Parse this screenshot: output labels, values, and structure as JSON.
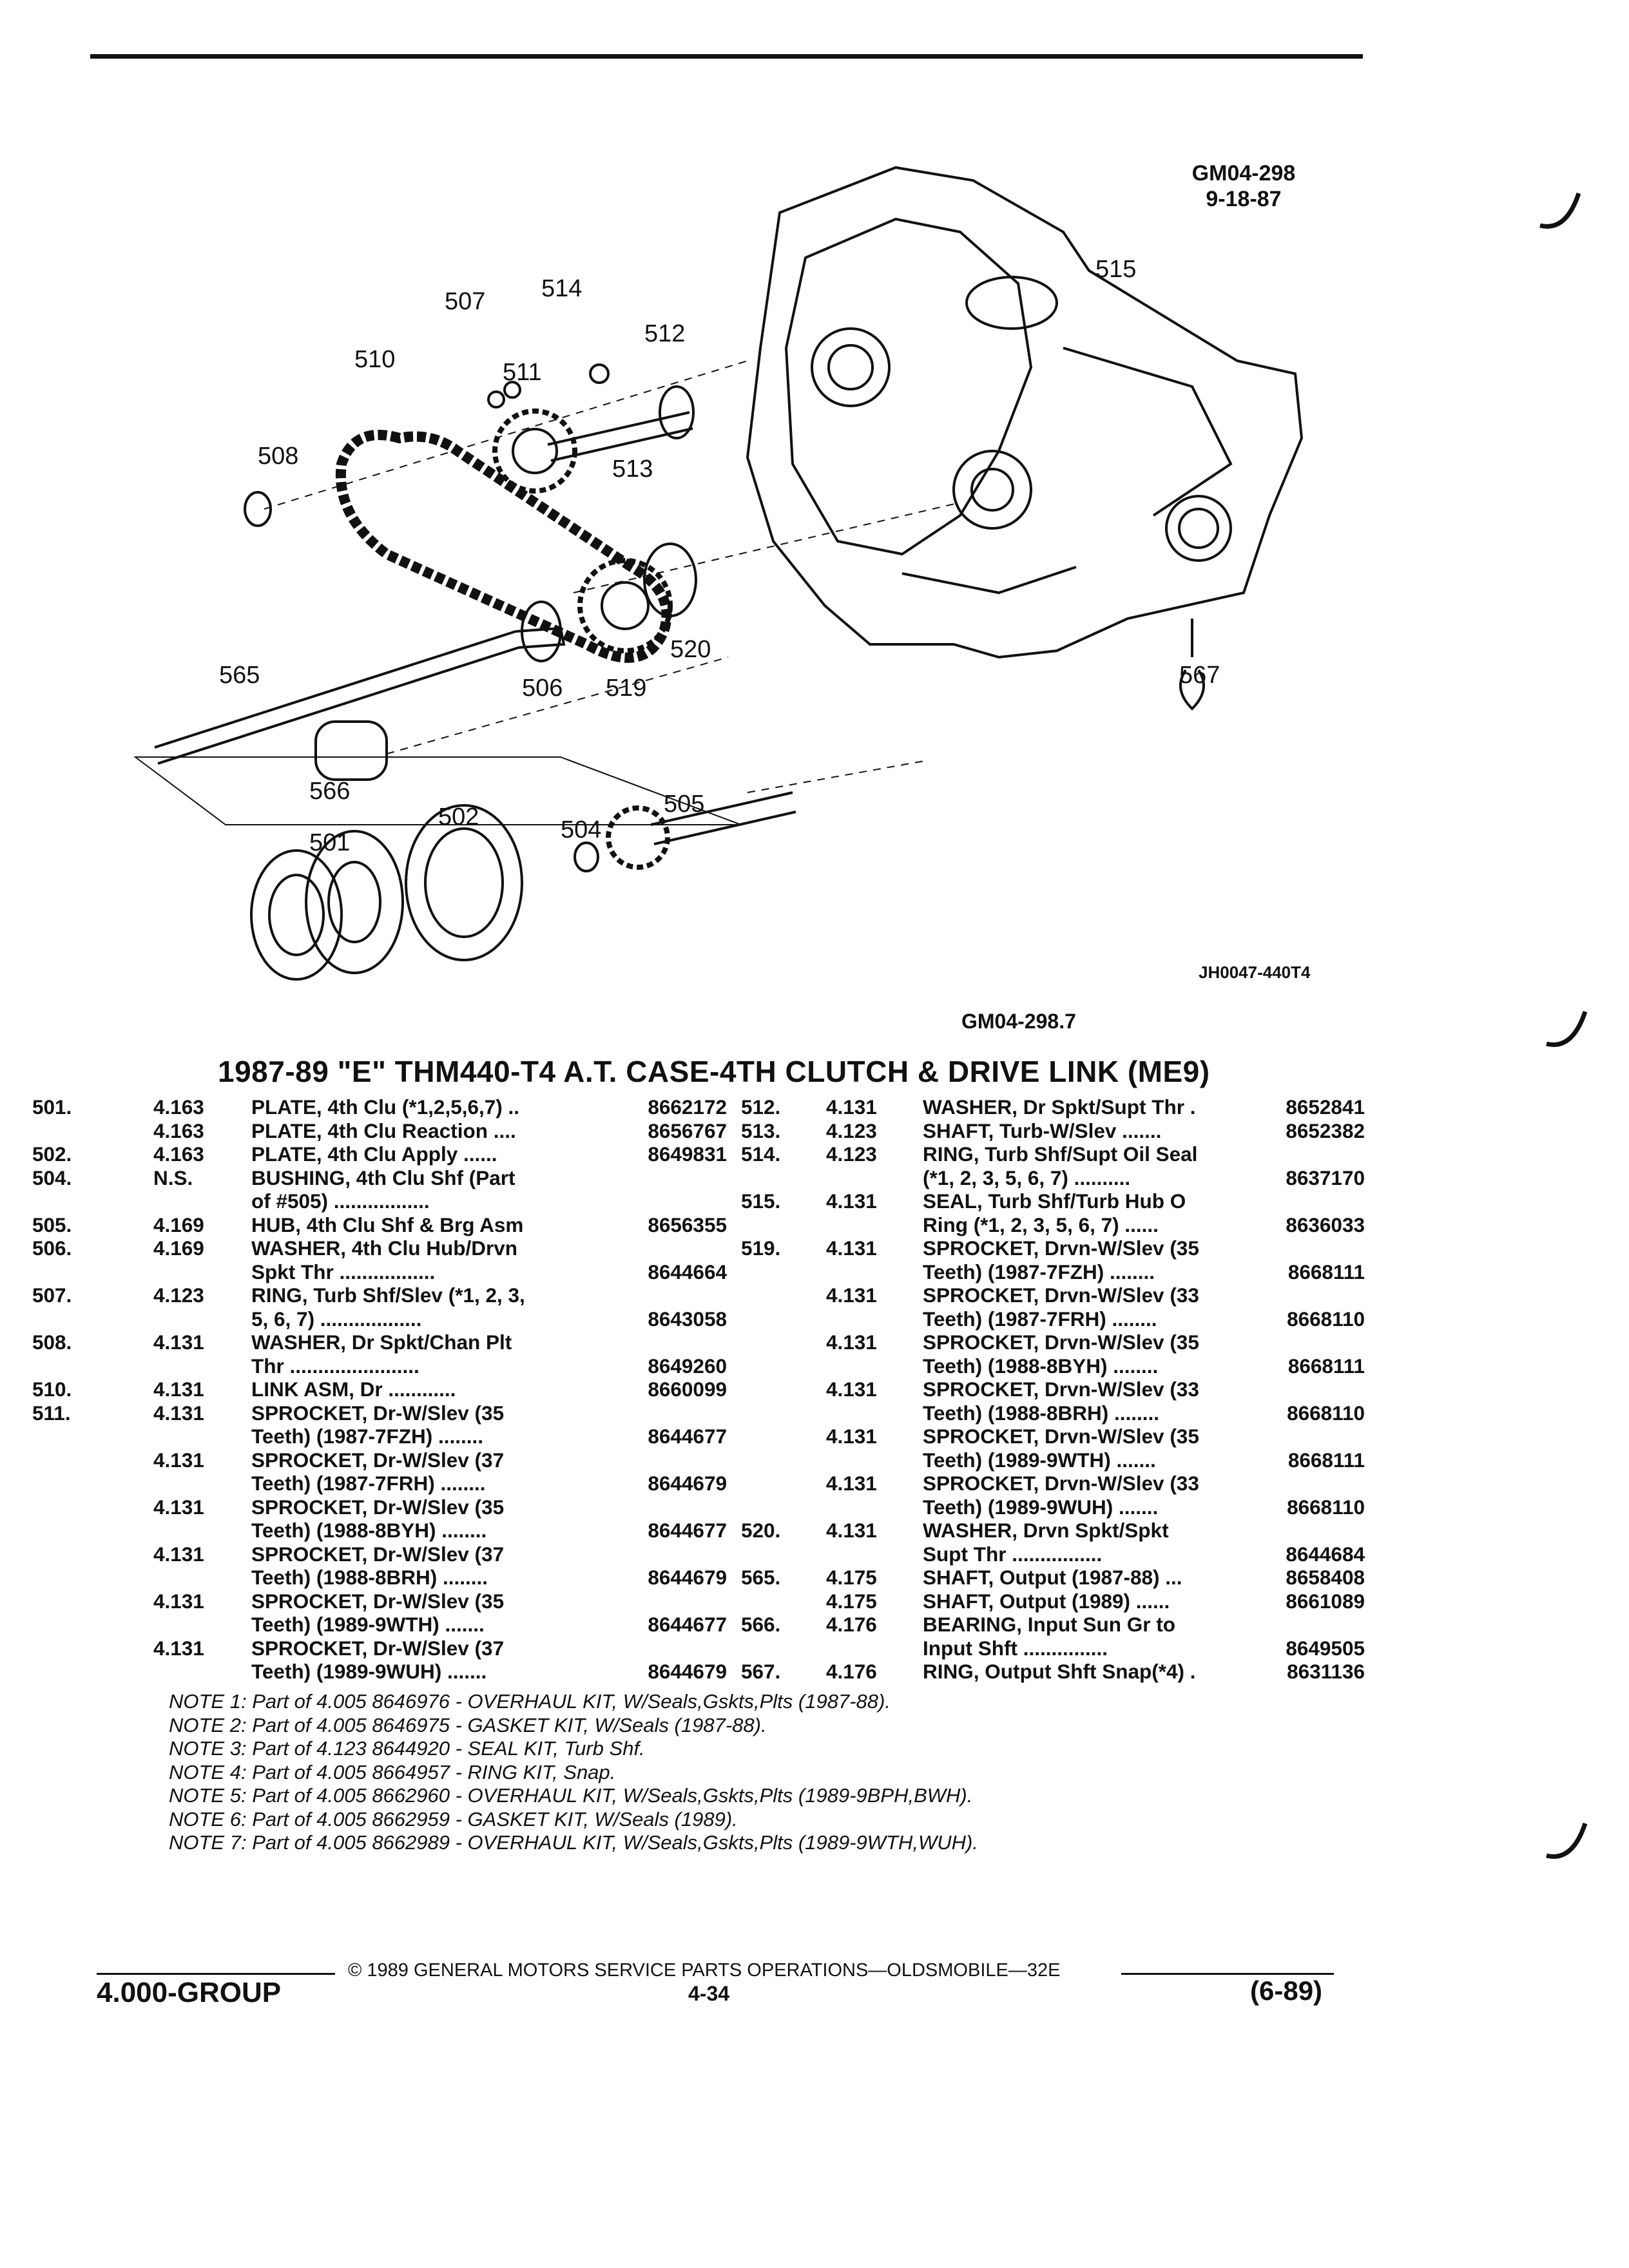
{
  "figure": {
    "code": "GM04-298",
    "date": "9-18-87",
    "image_ref": "JH0047-440T4",
    "subref": "GM04-298.7",
    "callouts": [
      "501",
      "502",
      "504",
      "505",
      "506",
      "507",
      "508",
      "510",
      "511",
      "512",
      "513",
      "514",
      "515",
      "519",
      "520",
      "565",
      "566",
      "567"
    ]
  },
  "title": "1987-89 \"E\" THM440-T4 A.T. CASE-4TH CLUTCH & DRIVE LINK (ME9)",
  "parts_left": [
    {
      "ref": "501.",
      "group": "4.163",
      "desc": "PLATE, 4th Clu (*1,2,5,6,7) ..",
      "pn": "8662172"
    },
    {
      "ref": "",
      "group": "4.163",
      "desc": "PLATE, 4th Clu Reaction ....",
      "pn": "8656767"
    },
    {
      "ref": "502.",
      "group": "4.163",
      "desc": "PLATE, 4th Clu Apply ......",
      "pn": "8649831"
    },
    {
      "ref": "504.",
      "group": "N.S.",
      "desc": "BUSHING, 4th Clu Shf (Part",
      "pn": ""
    },
    {
      "ref": "",
      "group": "",
      "desc": "of #505) .................",
      "pn": ""
    },
    {
      "ref": "505.",
      "group": "4.169",
      "desc": "HUB, 4th Clu Shf & Brg Asm",
      "pn": "8656355"
    },
    {
      "ref": "506.",
      "group": "4.169",
      "desc": "WASHER, 4th Clu Hub/Drvn",
      "pn": ""
    },
    {
      "ref": "",
      "group": "",
      "desc": "Spkt Thr .................",
      "pn": "8644664"
    },
    {
      "ref": "507.",
      "group": "4.123",
      "desc": "RING, Turb Shf/Slev (*1, 2, 3,",
      "pn": ""
    },
    {
      "ref": "",
      "group": "",
      "desc": "5, 6, 7) ..................",
      "pn": "8643058"
    },
    {
      "ref": "508.",
      "group": "4.131",
      "desc": "WASHER, Dr Spkt/Chan Plt",
      "pn": ""
    },
    {
      "ref": "",
      "group": "",
      "desc": "Thr .......................",
      "pn": "8649260"
    },
    {
      "ref": "510.",
      "group": "4.131",
      "desc": "LINK ASM, Dr ............",
      "pn": "8660099"
    },
    {
      "ref": "511.",
      "group": "4.131",
      "desc": "SPROCKET, Dr-W/Slev (35",
      "pn": ""
    },
    {
      "ref": "",
      "group": "",
      "desc": "Teeth) (1987-7FZH) ........",
      "pn": "8644677"
    },
    {
      "ref": "",
      "group": "4.131",
      "desc": "SPROCKET, Dr-W/Slev (37",
      "pn": ""
    },
    {
      "ref": "",
      "group": "",
      "desc": "Teeth) (1987-7FRH) ........",
      "pn": "8644679"
    },
    {
      "ref": "",
      "group": "4.131",
      "desc": "SPROCKET, Dr-W/Slev (35",
      "pn": ""
    },
    {
      "ref": "",
      "group": "",
      "desc": "Teeth) (1988-8BYH) ........",
      "pn": "8644677"
    },
    {
      "ref": "",
      "group": "4.131",
      "desc": "SPROCKET, Dr-W/Slev (37",
      "pn": ""
    },
    {
      "ref": "",
      "group": "",
      "desc": "Teeth) (1988-8BRH) ........",
      "pn": "8644679"
    },
    {
      "ref": "",
      "group": "4.131",
      "desc": "SPROCKET, Dr-W/Slev (35",
      "pn": ""
    },
    {
      "ref": "",
      "group": "",
      "desc": "Teeth) (1989-9WTH) .......",
      "pn": "8644677"
    },
    {
      "ref": "",
      "group": "4.131",
      "desc": "SPROCKET, Dr-W/Slev (37",
      "pn": ""
    },
    {
      "ref": "",
      "group": "",
      "desc": "Teeth) (1989-9WUH) .......",
      "pn": "8644679"
    }
  ],
  "parts_right": [
    {
      "ref": "512.",
      "group": "4.131",
      "desc": "WASHER, Dr Spkt/Supt Thr .",
      "pn": "8652841"
    },
    {
      "ref": "513.",
      "group": "4.123",
      "desc": "SHAFT, Turb-W/Slev .......",
      "pn": "8652382"
    },
    {
      "ref": "514.",
      "group": "4.123",
      "desc": "RING, Turb Shf/Supt Oil Seal",
      "pn": ""
    },
    {
      "ref": "",
      "group": "",
      "desc": "(*1, 2, 3, 5, 6, 7) ..........",
      "pn": "8637170"
    },
    {
      "ref": "515.",
      "group": "4.131",
      "desc": "SEAL, Turb Shf/Turb Hub O",
      "pn": ""
    },
    {
      "ref": "",
      "group": "",
      "desc": "Ring (*1, 2, 3, 5, 6, 7) ......",
      "pn": "8636033"
    },
    {
      "ref": "519.",
      "group": "4.131",
      "desc": "SPROCKET, Drvn-W/Slev (35",
      "pn": ""
    },
    {
      "ref": "",
      "group": "",
      "desc": "Teeth) (1987-7FZH) ........",
      "pn": "8668111"
    },
    {
      "ref": "",
      "group": "4.131",
      "desc": "SPROCKET, Drvn-W/Slev (33",
      "pn": ""
    },
    {
      "ref": "",
      "group": "",
      "desc": "Teeth) (1987-7FRH) ........",
      "pn": "8668110"
    },
    {
      "ref": "",
      "group": "4.131",
      "desc": "SPROCKET, Drvn-W/Slev (35",
      "pn": ""
    },
    {
      "ref": "",
      "group": "",
      "desc": "Teeth) (1988-8BYH) ........",
      "pn": "8668111"
    },
    {
      "ref": "",
      "group": "4.131",
      "desc": "SPROCKET, Drvn-W/Slev (33",
      "pn": ""
    },
    {
      "ref": "",
      "group": "",
      "desc": "Teeth) (1988-8BRH) ........",
      "pn": "8668110"
    },
    {
      "ref": "",
      "group": "4.131",
      "desc": "SPROCKET, Drvn-W/Slev (35",
      "pn": ""
    },
    {
      "ref": "",
      "group": "",
      "desc": "Teeth) (1989-9WTH) .......",
      "pn": "8668111"
    },
    {
      "ref": "",
      "group": "4.131",
      "desc": "SPROCKET, Drvn-W/Slev (33",
      "pn": ""
    },
    {
      "ref": "",
      "group": "",
      "desc": "Teeth) (1989-9WUH) .......",
      "pn": "8668110"
    },
    {
      "ref": "520.",
      "group": "4.131",
      "desc": "WASHER, Drvn Spkt/Spkt",
      "pn": ""
    },
    {
      "ref": "",
      "group": "",
      "desc": "Supt Thr ................",
      "pn": "8644684"
    },
    {
      "ref": "565.",
      "group": "4.175",
      "desc": "SHAFT, Output (1987-88) ...",
      "pn": "8658408"
    },
    {
      "ref": "",
      "group": "4.175",
      "desc": "SHAFT, Output (1989) ......",
      "pn": "8661089"
    },
    {
      "ref": "566.",
      "group": "4.176",
      "desc": "BEARING, Input Sun Gr to",
      "pn": ""
    },
    {
      "ref": "",
      "group": "",
      "desc": "Input Shft ...............",
      "pn": "8649505"
    },
    {
      "ref": "567.",
      "group": "4.176",
      "desc": "RING, Output Shft Snap(*4) .",
      "pn": "8631136"
    }
  ],
  "notes": [
    "NOTE 1: Part of 4.005 8646976 - OVERHAUL KIT, W/Seals,Gskts,Plts (1987-88).",
    "NOTE 2: Part of 4.005 8646975 - GASKET KIT, W/Seals (1987-88).",
    "NOTE 3: Part of 4.123 8644920 - SEAL KIT, Turb Shf.",
    "NOTE 4: Part of 4.005 8664957 - RING KIT, Snap.",
    "NOTE 5: Part of 4.005 8662960 - OVERHAUL KIT, W/Seals,Gskts,Plts (1989-9BPH,BWH).",
    "NOTE 6: Part of 4.005 8662959 - GASKET KIT, W/Seals (1989).",
    "NOTE 7: Part of 4.005 8662989 - OVERHAUL KIT, W/Seals,Gskts,Plts (1989-9WTH,WUH)."
  ],
  "footer": {
    "copyright": "© 1989 GENERAL MOTORS SERVICE PARTS OPERATIONS—OLDSMOBILE—32E",
    "group": "4.000-GROUP",
    "page": "4-34",
    "date": "(6-89)"
  }
}
